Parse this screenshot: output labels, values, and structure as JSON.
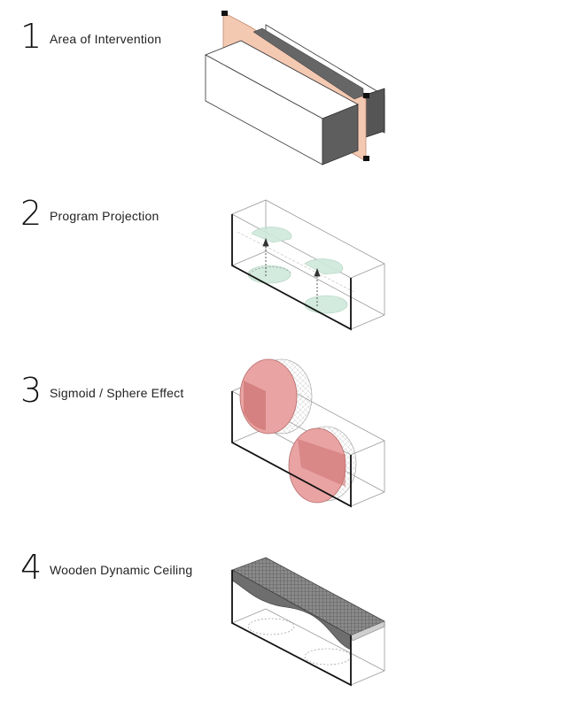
{
  "steps": [
    {
      "number": "1",
      "title": "Area of Intervention",
      "icon": "block-with-section-plane-diagram"
    },
    {
      "number": "2",
      "title": "Program Projection",
      "icon": "wireframe-box-with-projected-circles-diagram"
    },
    {
      "number": "3",
      "title": "Sigmoid / Sphere Effect",
      "icon": "box-with-intersecting-spheres-diagram"
    },
    {
      "number": "4",
      "title": "Wooden Dynamic Ceiling",
      "icon": "box-with-undulating-ceiling-diagram"
    }
  ],
  "colors": {
    "section_plane": "#f4c9b2",
    "dark_face": "#5e5e5e",
    "projection_green": "#cfe8dc",
    "sphere_red": "#e9a3a3",
    "sphere_red_dark": "#cf7575",
    "ceiling_gray": "#7a7a7a",
    "line": "#111111",
    "light_line": "#9a9a9a"
  }
}
